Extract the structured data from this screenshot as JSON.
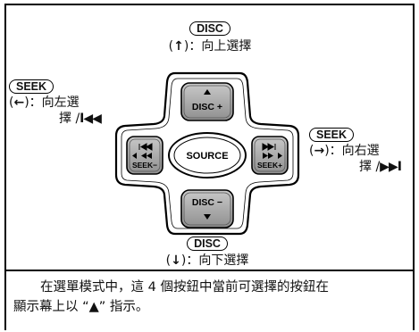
{
  "labels": {
    "top": {
      "tag": "DISC",
      "arrow": "↑",
      "text": "：向上選擇"
    },
    "bottom": {
      "tag": "DISC",
      "arrow": "↓",
      "text": "：向下選擇"
    },
    "left": {
      "tag": "SEEK",
      "arrow": "←",
      "line1": "：向左選",
      "line2": "擇 /",
      "symbol": "I◀◀"
    },
    "right": {
      "tag": "SEEK",
      "arrow": "→",
      "line1": "：向右選",
      "line2": "擇 /",
      "symbol": "▶▶I"
    }
  },
  "buttons": {
    "source": "SOURCE",
    "disc_plus": "DISC +",
    "disc_minus": "DISC −",
    "seek_minus": "SEEK−",
    "seek_plus": "SEEK+"
  },
  "caption": {
    "line1": "在選單模式中，這 4 個按鈕中當前可選擇的按鈕在",
    "line2": "顯示幕上以 “▲” 指示。"
  }
}
